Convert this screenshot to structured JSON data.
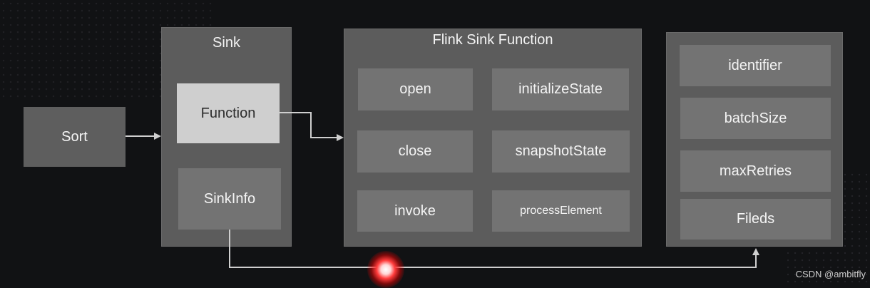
{
  "sort_label": "Sort",
  "sink": {
    "title": "Sink",
    "function_label": "Function",
    "sinkinfo_label": "SinkInfo"
  },
  "flink": {
    "title": "Flink Sink Function",
    "methods": [
      "open",
      "initializeState",
      "close",
      "snapshotState",
      "invoke",
      "processElement"
    ]
  },
  "sinkinfo_fields": [
    "identifier",
    "batchSize",
    "maxRetries",
    "Fileds"
  ],
  "watermark": "CSDN @ambitfly",
  "colors": {
    "background": "#111214",
    "panel": "#5c5c5c",
    "box": "#737373",
    "highlight_box": "#d2d2d2",
    "connector": "#cfcfcf",
    "laser_dot": "#ff3b3b"
  }
}
